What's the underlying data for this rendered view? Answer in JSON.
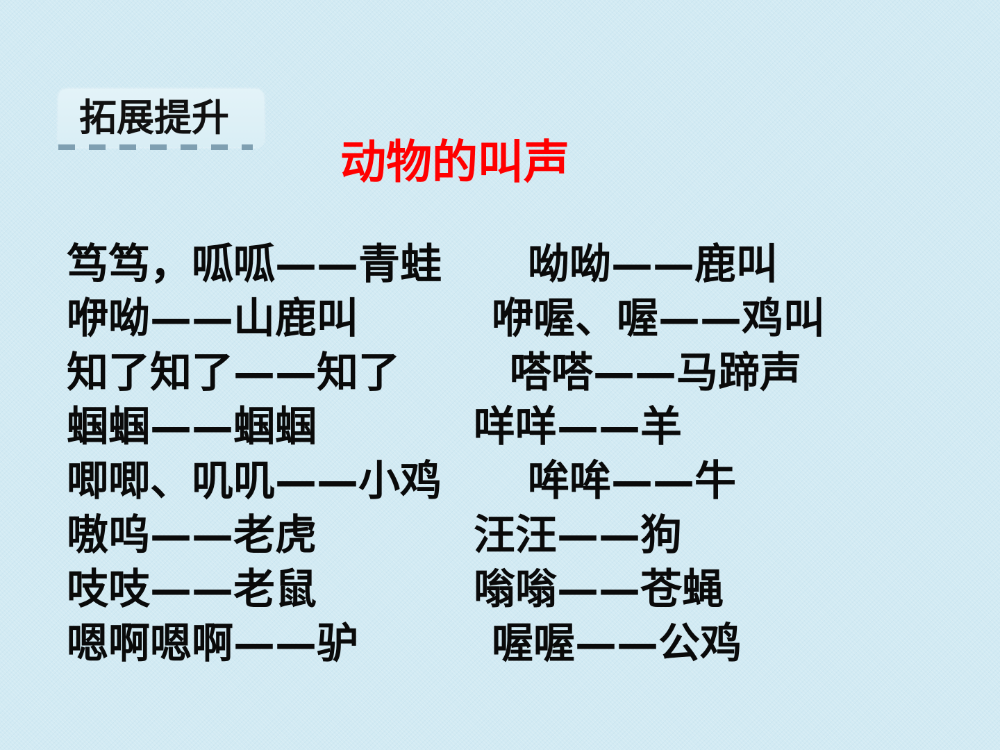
{
  "badge": {
    "label": "拓展提升"
  },
  "title": "动物的叫声",
  "rows": [
    {
      "left": "笃笃，呱呱——青蛙",
      "right": "呦呦——鹿叫"
    },
    {
      "left": "咿呦——山鹿叫",
      "right": "咿喔、喔——鸡叫"
    },
    {
      "left": "知了知了——知了",
      "right": "嗒嗒——马蹄声"
    },
    {
      "left": "蝈蝈——蝈蝈",
      "right": "咩咩——羊"
    },
    {
      "left": "唧唧、叽叽——小鸡",
      "right": "哞哞——牛"
    },
    {
      "left": "嗷呜——老虎",
      "right": "汪汪——狗"
    },
    {
      "left": "吱吱——老鼠",
      "right": "嗡嗡——苍蝇"
    },
    {
      "left": "嗯啊嗯啊——驴",
      "right": "喔喔——公鸡"
    }
  ]
}
